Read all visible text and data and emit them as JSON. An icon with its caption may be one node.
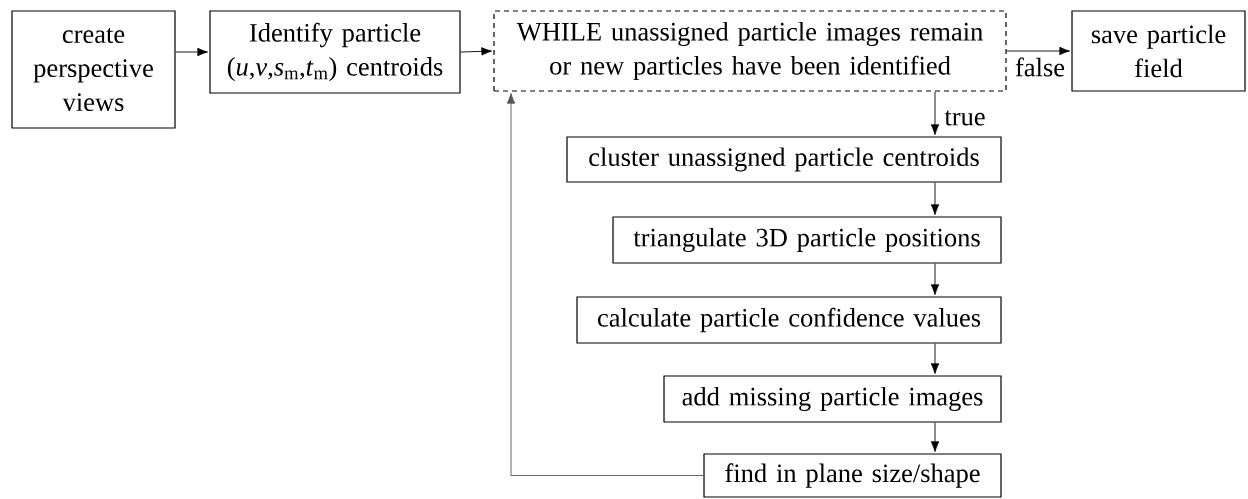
{
  "diagram": {
    "nodes": [
      {
        "text": [
          "create perspective views"
        ]
      },
      {
        "text": [
          "Identify particle (*u*,*v*,*s*$_{m}$,*t*$_{m}$) centroids"
        ]
      },
      {
        "text": [
          "WHILE unassigned particle images remain or new particles have been identified"
        ]
      },
      {
        "text": [
          "save particle field"
        ]
      },
      {
        "text": [
          "cluster unassigned particle centroids"
        ]
      },
      {
        "text": [
          "triangulate 3D particle positions"
        ]
      },
      {
        "text": [
          "calculate particle confidence values"
        ]
      },
      {
        "text": [
          "add missing particle images"
        ]
      },
      {
        "text": [
          "find in plane size/shape"
        ]
      }
    ],
    "edges": [
      {
        "from": 0,
        "to": 1,
        "arrow": "to"
      },
      {
        "from": 1,
        "to": 2,
        "arrow": "to"
      },
      {
        "from": 2,
        "to": 3,
        "arrow": "to",
        "label": "false"
      },
      {
        "from": 2,
        "to": 4,
        "arrow": "to",
        "label": "true"
      },
      {
        "from": 4,
        "to": 5,
        "arrow": "to"
      },
      {
        "from": 5,
        "to": 6,
        "arrow": "to"
      },
      {
        "from": 6,
        "to": 7,
        "arrow": "to"
      },
      {
        "from": 7,
        "to": 8,
        "arrow": "to"
      },
      {
        "from": 8,
        "to": 2,
        "arrow": "to",
        "color": "#555555"
      }
    ]
  }
}
